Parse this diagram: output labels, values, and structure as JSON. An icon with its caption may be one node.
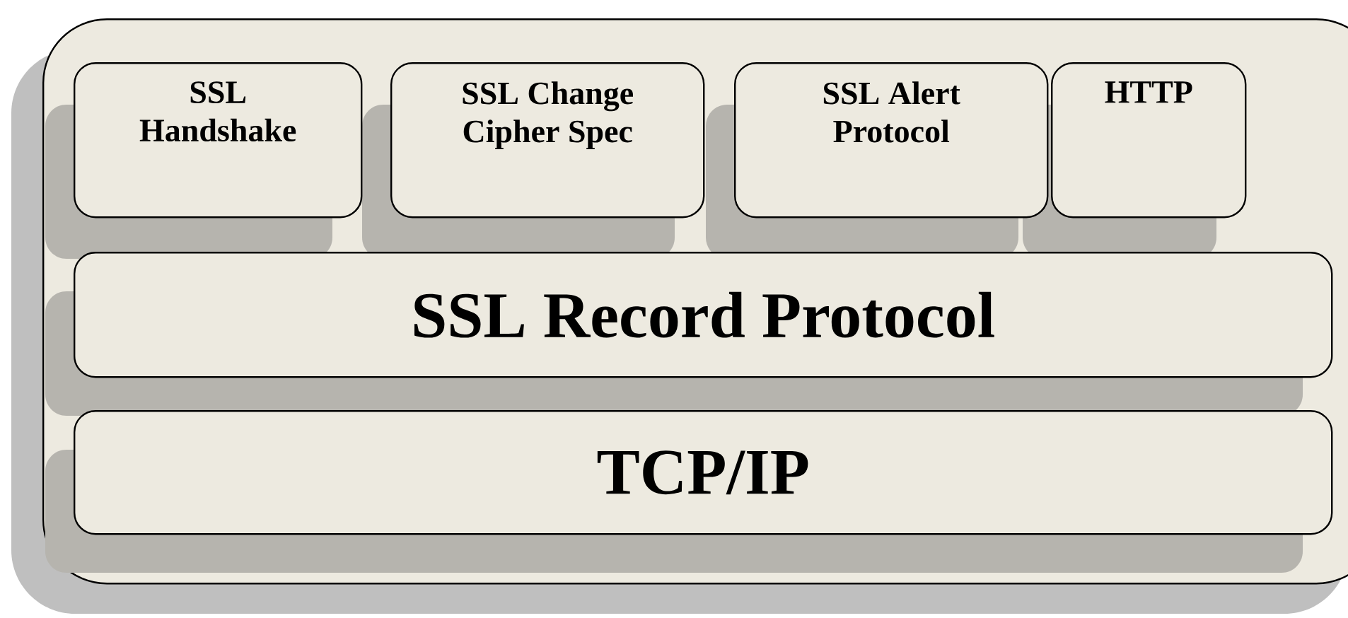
{
  "diagram": {
    "nodes": [
      {
        "text": [],
        "shape": "box"
      },
      {
        "text": [
          "SSL Handshake"
        ],
        "in": 0
      },
      {
        "text": [
          "SSL Change Cipher Spec"
        ],
        "in": 0
      },
      {
        "text": [
          "SSL Alert Protocol"
        ],
        "in": 0
      },
      {
        "text": [
          "HTTP"
        ],
        "in": 0
      },
      {
        "text": [
          "SSL Record Protocol"
        ],
        "in": 0
      },
      {
        "text": [
          "TCP/IP"
        ],
        "in": 0
      }
    ]
  }
}
